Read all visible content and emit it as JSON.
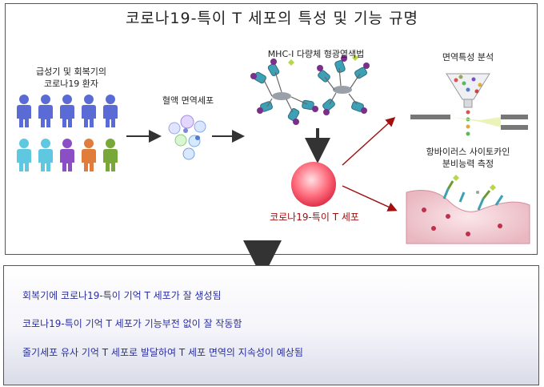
{
  "title": "코로나19-특이 T 세포의 특성 및 기능 규명",
  "labels": {
    "patients": [
      "급성기 및 회복기의",
      "코로나19 환자"
    ],
    "blood_cells": "혈액 면역세포",
    "mhc": "MHC-I 다량체 형광염색법",
    "immune_analysis": "면역특성 분석",
    "cytokine": [
      "항바이러스 사이토카인",
      "분비능력 측정"
    ],
    "tcell": "코로나19-특이 T 세포"
  },
  "colors": {
    "person_top": "#5b6bd6",
    "person_bottom": [
      "#5fc7df",
      "#5fc7df",
      "#8a4fc4",
      "#e07d3c",
      "#79a83a"
    ],
    "red_arrow": "#a01010",
    "text_blue": "#2a2fa0"
  },
  "findings": [
    "회복기에 코로나19-특이 기억 T 세포가 잘 생성됨",
    "코로나19-특이 기억 T 세포가 기능부전 없이 잘 작동함",
    "줄기세포 유사 기억 T 세포로 발달하여 T 세포 면역의 지속성이 예상됨"
  ]
}
